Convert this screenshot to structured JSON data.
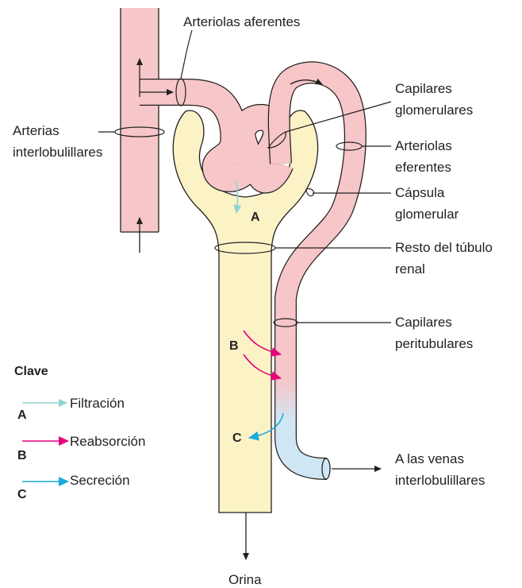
{
  "labels": {
    "afferent": "Arteriolas aferentes",
    "interlobular_arteries": [
      "Arterias",
      "interlobulillares"
    ],
    "glomerular_capillaries": [
      "Capilares",
      "glomerulares"
    ],
    "efferent": [
      "Arteriolas",
      "eferentes"
    ],
    "capsule": [
      "Cápsula",
      "glomerular"
    ],
    "tubule": [
      "Resto del túbulo",
      "renal"
    ],
    "peritubular": [
      "Capilares",
      "peritubulares"
    ],
    "veins": [
      "A las venas",
      "interlobulillares"
    ],
    "urine": "Orina"
  },
  "markers": {
    "a": "A",
    "b": "B",
    "c": "C"
  },
  "key": {
    "title": "Clave",
    "items": [
      {
        "letter": "A",
        "label": "Filtración",
        "color": "#8fd3d0"
      },
      {
        "letter": "B",
        "label": "Reabsorción",
        "color": "#e6007e"
      },
      {
        "letter": "C",
        "label": "Secreción",
        "color": "#1ba9e1"
      }
    ]
  },
  "colors": {
    "artery": "#f6c6c9",
    "tubule": "#fbf3c6",
    "vein": "#cfe7f5",
    "outline": "#231f20"
  }
}
